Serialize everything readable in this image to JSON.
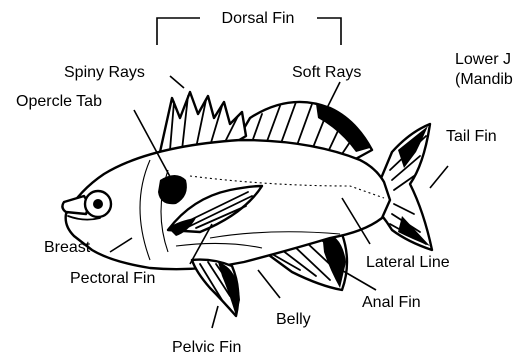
{
  "diagram": {
    "labels": {
      "dorsal_fin": "Dorsal Fin",
      "spiny_rays": "Spiny Rays",
      "soft_rays": "Soft Rays",
      "lower_jaw_line1": "Lower J",
      "lower_jaw_line2": "(Mandib",
      "opercle_tab": "Opercle Tab",
      "tail_fin": "Tail Fin",
      "lateral_line": "Lateral Line",
      "breast": "Breast",
      "pectoral_fin": "Pectoral Fin",
      "belly": "Belly",
      "anal_fin": "Anal Fin",
      "pelvic_fin": "Pelvic Fin"
    },
    "colors": {
      "ink": "#000000",
      "paper": "#ffffff"
    }
  }
}
